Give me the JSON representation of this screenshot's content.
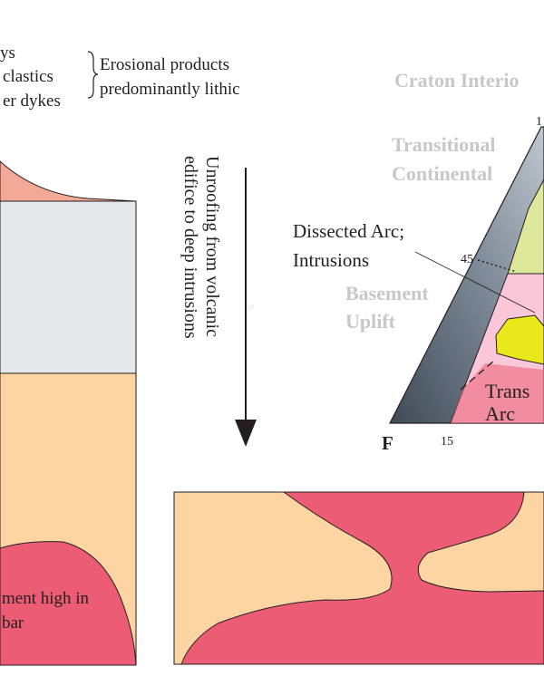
{
  "legend": {
    "line1": "ys",
    "line2": "clastics",
    "line3": "er dykes",
    "bracket_text_1": "Erosional products",
    "bracket_text_2": "predominantly lithic"
  },
  "arrow_text": {
    "line1": "Unroofing from volcanic",
    "line2": "edifice to deep intrusions"
  },
  "triangle": {
    "craton_interior": "Craton Interio",
    "transitional_continental_1": "Transitional",
    "transitional_continental_2": "Continental",
    "dissected_arc_1": "Dissected Arc;",
    "dissected_arc_2": "Intrusions",
    "basement_uplift_1": "Basement",
    "basement_uplift_2": "Uplift",
    "transitional_arc_1": "Trans",
    "transitional_arc_2": "Arc",
    "corner_f": "F",
    "tick_45": "45",
    "tick_15": "15",
    "tick_top": "1"
  },
  "left_panel": {
    "label_1": "ment high in",
    "label_2": "bar"
  },
  "colors": {
    "salmon": "#f3a996",
    "grey": "#e6e7e8",
    "peach": "#fdd5a3",
    "crimson": "#ec5c74",
    "pink": "#f9c7d8",
    "lime": "#dde89a",
    "yellow": "#e8e81a",
    "slate": "#5c6a78"
  }
}
